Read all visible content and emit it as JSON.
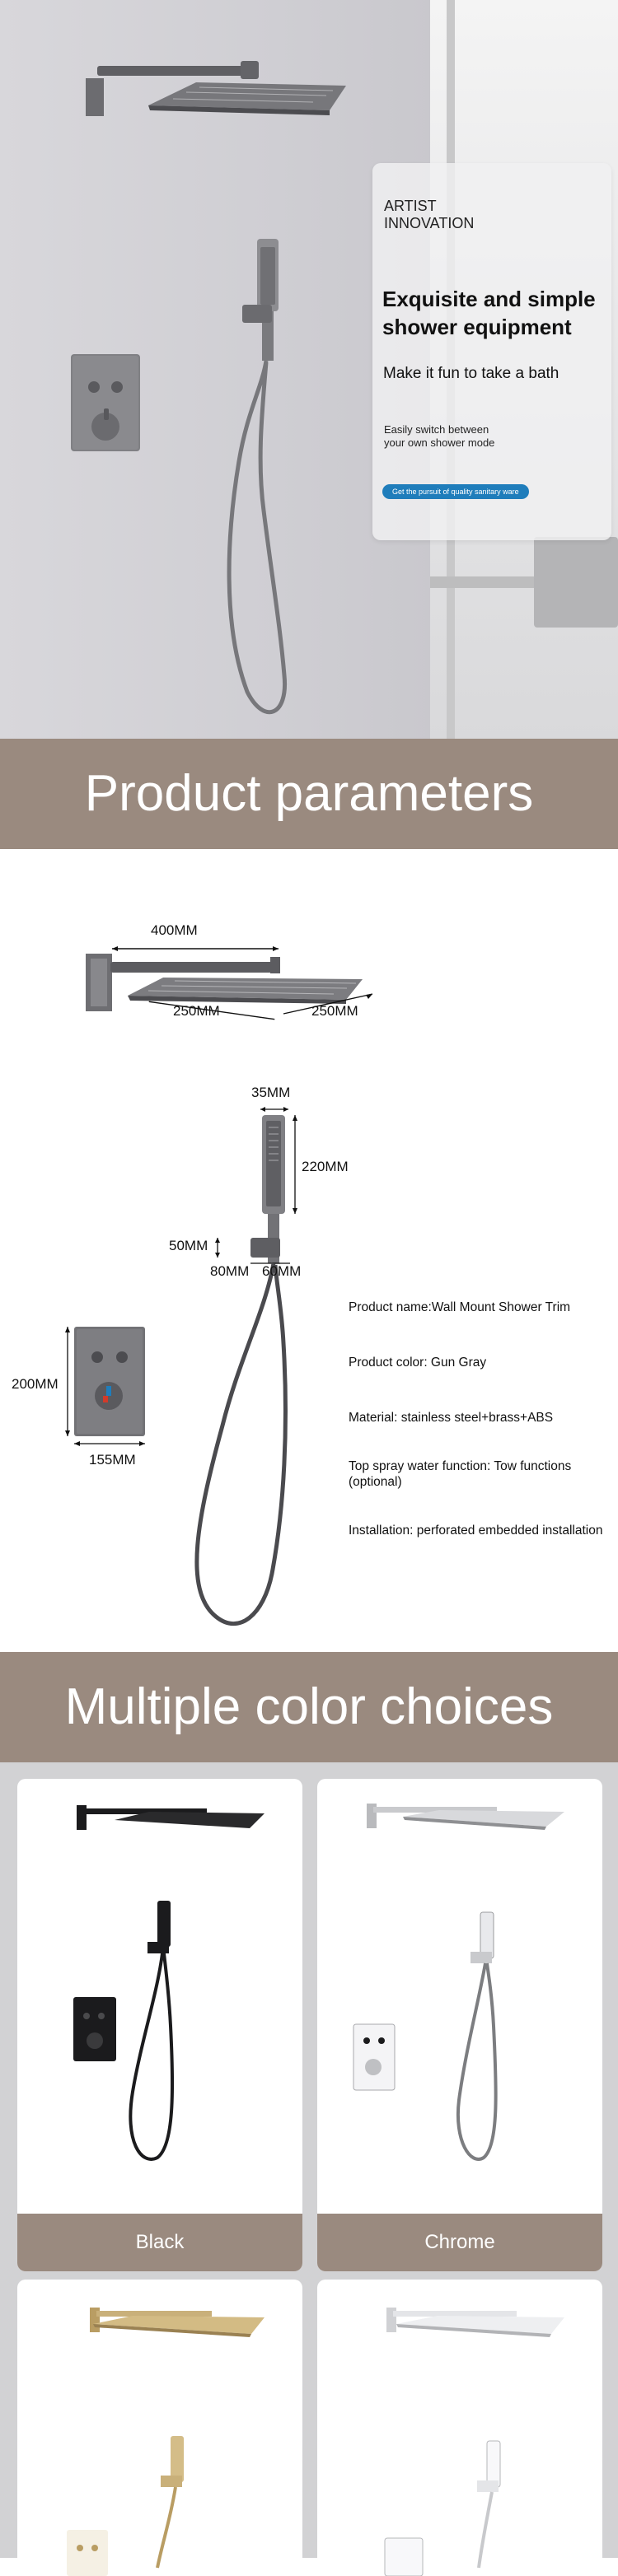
{
  "hero": {
    "brand_line1": "ARTIST",
    "brand_line2": "INNOVATION",
    "headline_line1": "Exquisite and simple",
    "headline_line2": "shower equipment",
    "subheadline": "Make it fun to take a bath",
    "note_line1": "Easily switch between",
    "note_line2": "your own shower mode",
    "button_label": "Get the pursuit of quality sanitary ware"
  },
  "parameters": {
    "section_title": "Product parameters",
    "dims": {
      "arm_length": "400MM",
      "head_left": "250MM",
      "head_right": "250MM",
      "handle_width": "35MM",
      "handle_length": "220MM",
      "holder_height": "50MM",
      "holder_w1": "80MM",
      "holder_w2": "60MM",
      "valve_height": "200MM",
      "valve_width": "155MM"
    },
    "specs": [
      "Product name:Wall Mount Shower Trim",
      "Product color:  Gun Gray",
      "Material: stainless steel+brass+ABS",
      "Top spray water function: Tow functions (optional)",
      "Installation: perforated embedded installation"
    ]
  },
  "colors": {
    "section_title": "Multiple color choices",
    "options": [
      {
        "name": "Black",
        "hex": "#1b1b1d"
      },
      {
        "name": "Chrome",
        "hex": "#c9cacd"
      },
      {
        "name": "",
        "hex": "#c9b07a"
      },
      {
        "name": "",
        "hex": "#e8e8ea"
      }
    ]
  },
  "theme": {
    "band_color": "#9a8a7f",
    "accent_blue": "#1f7dbb",
    "gun_gray": "#6e6e72"
  }
}
